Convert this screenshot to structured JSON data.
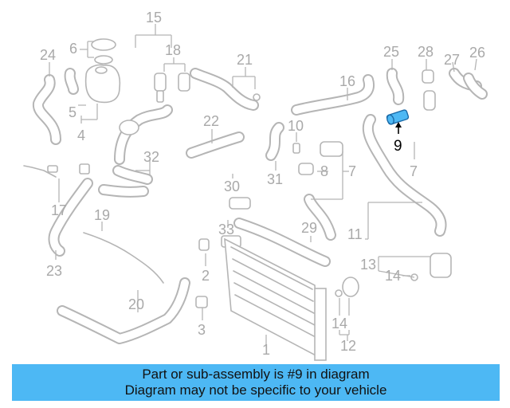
{
  "diagram": {
    "highlight_color": "#4db8f4",
    "labels": [
      {
        "id": "l15",
        "text": "15"
      },
      {
        "id": "l6",
        "text": "6"
      },
      {
        "id": "l18",
        "text": "18"
      },
      {
        "id": "l24",
        "text": "24"
      },
      {
        "id": "l5",
        "text": "5"
      },
      {
        "id": "l4",
        "text": "4"
      },
      {
        "id": "l21",
        "text": "21"
      },
      {
        "id": "l25",
        "text": "25"
      },
      {
        "id": "l28",
        "text": "28"
      },
      {
        "id": "l27",
        "text": "27"
      },
      {
        "id": "l26",
        "text": "26"
      },
      {
        "id": "l16",
        "text": "16"
      },
      {
        "id": "l22",
        "text": "22"
      },
      {
        "id": "l10",
        "text": "10"
      },
      {
        "id": "l9",
        "text": "9"
      },
      {
        "id": "l32",
        "text": "32"
      },
      {
        "id": "l8",
        "text": "8"
      },
      {
        "id": "l7a",
        "text": "7"
      },
      {
        "id": "l7b",
        "text": "7"
      },
      {
        "id": "l31",
        "text": "31"
      },
      {
        "id": "l30",
        "text": "30"
      },
      {
        "id": "l17",
        "text": "17"
      },
      {
        "id": "l19",
        "text": "19"
      },
      {
        "id": "l33",
        "text": "33"
      },
      {
        "id": "l29",
        "text": "29"
      },
      {
        "id": "l11",
        "text": "11"
      },
      {
        "id": "l23",
        "text": "23"
      },
      {
        "id": "l13",
        "text": "13"
      },
      {
        "id": "l14a",
        "text": "14"
      },
      {
        "id": "l2",
        "text": "2"
      },
      {
        "id": "l20",
        "text": "20"
      },
      {
        "id": "l14b",
        "text": "14"
      },
      {
        "id": "l3",
        "text": "3"
      },
      {
        "id": "l12",
        "text": "12"
      },
      {
        "id": "l1",
        "text": "1"
      }
    ]
  },
  "banner": {
    "line1": "Part or sub-assembly is #9 in diagram",
    "line2": "Diagram may not be specific to your vehicle",
    "background": "#4db8f4"
  }
}
